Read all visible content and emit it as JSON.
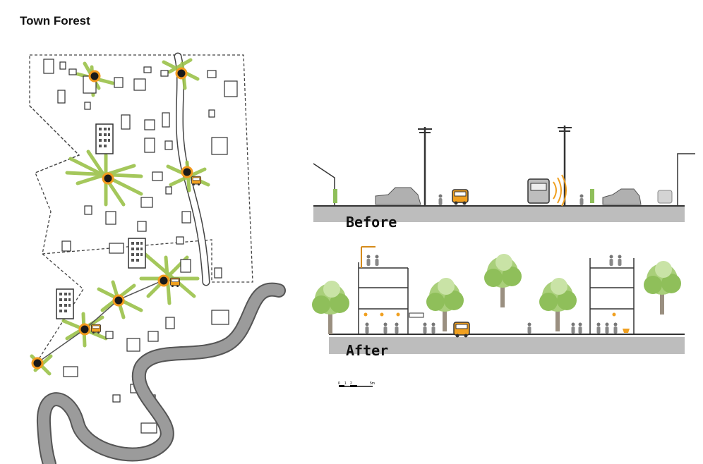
{
  "title": "Town Forest",
  "sections": {
    "before_label": "Before",
    "after_label": "After"
  },
  "scale_bar": {
    "ticks": [
      "0",
      "1",
      "2",
      "5m"
    ]
  },
  "colors": {
    "green": "#9bc24a",
    "node_fill": "#1a1a1a",
    "node_ring": "#f29a1e",
    "road_gray": "#bdbdbd",
    "river_gray": "#9b9b9b",
    "bus_orange": "#f0a020"
  }
}
